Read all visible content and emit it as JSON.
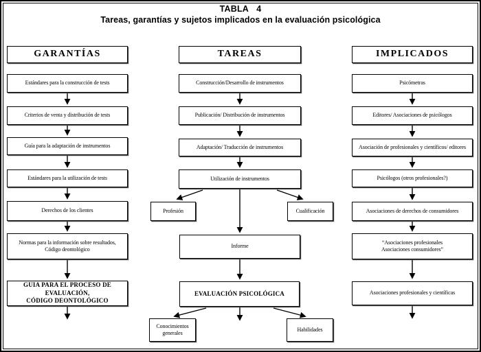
{
  "title": "TABLA 4",
  "subtitle": "Tareas, garantías y sujetos implicados en la evaluación psicológica",
  "garantias": {
    "header": "GARANTÍAS",
    "boxes": [
      "Estándares para la construcción de tests",
      "Criterios de venta y distribución de tests",
      "Guía para la adaptación de instrumentos",
      "Estándares para la utilización de tests",
      "Derechos de los clientes",
      "Normas para la información sobre resultados,\nCódigo deontológico",
      "GUIA PARA EL PROCESO DE\nEVALUACIÓN,\nCÓDIGO DEONTOLÓGICO"
    ]
  },
  "tareas": {
    "header": "TAREAS",
    "boxes": [
      "Construcción/Desarrollo de instrumentos",
      "Publicación/ Distribución de instrumentos",
      "Adaptación/ Traducción de instrumentos",
      "Utilización de instrumentos",
      "Profesión",
      "Cualificación",
      "Informe",
      "EVALUACIÓN PSICOLÓGICA",
      "Conocimientos\ngenerales",
      "Habilidades"
    ]
  },
  "implicados": {
    "header": "IMPLICADOS",
    "boxes": [
      "Psicómetras",
      "Editores/ Asociaciones de psicólogos",
      "Asociación de profesionales y científicos/ editores",
      "Psicólogos (otros profesionales?)",
      "Asociaciones de derechos de consumidores",
      "“Asociaciones profesionales\nAsociaciones consumidores”",
      "Asociaciones profesionales y científicas"
    ]
  },
  "colors": {
    "ink": "#000000",
    "paper": "#ffffff"
  }
}
